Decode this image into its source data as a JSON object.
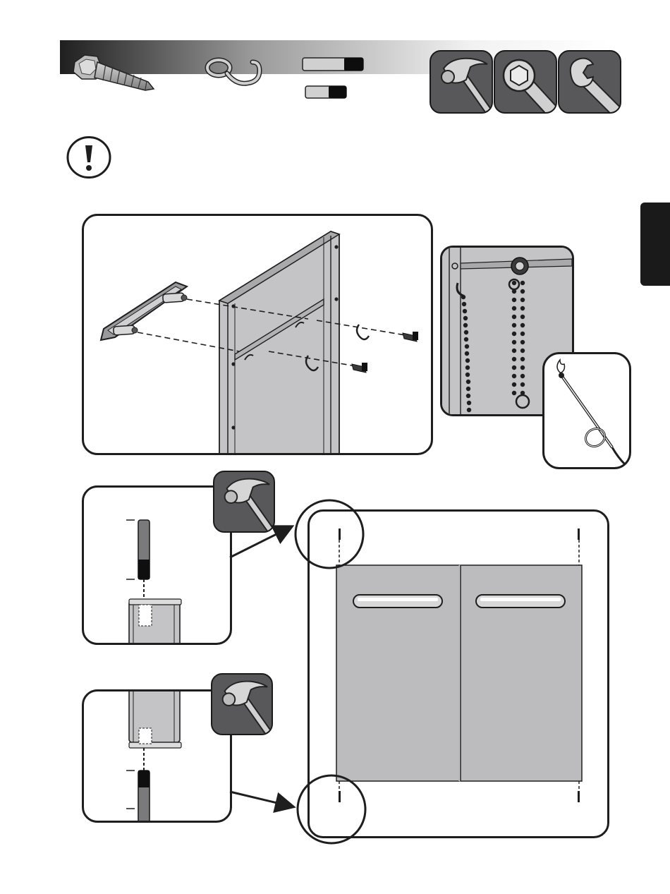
{
  "page": {
    "title": "",
    "colors": {
      "ink": "#1e1e1e",
      "panel_gray": "#bdbdbf",
      "tool_badge": "#58585a",
      "header_dark": "#2a2a2a"
    }
  },
  "header": {
    "parts": [
      {
        "name": "screw",
        "icon": "hex-head-screw-icon"
      },
      {
        "name": "hook",
        "icon": "s-hook-icon"
      },
      {
        "name": "long-pin",
        "icon": "long-pin-icon"
      },
      {
        "name": "short-pin",
        "icon": "short-pin-icon"
      }
    ],
    "tools": [
      {
        "icon": "hammer-icon"
      },
      {
        "icon": "socket-icon"
      },
      {
        "icon": "wrench-icon"
      }
    ]
  },
  "notice": {
    "icon": "exclamation-icon"
  }
}
